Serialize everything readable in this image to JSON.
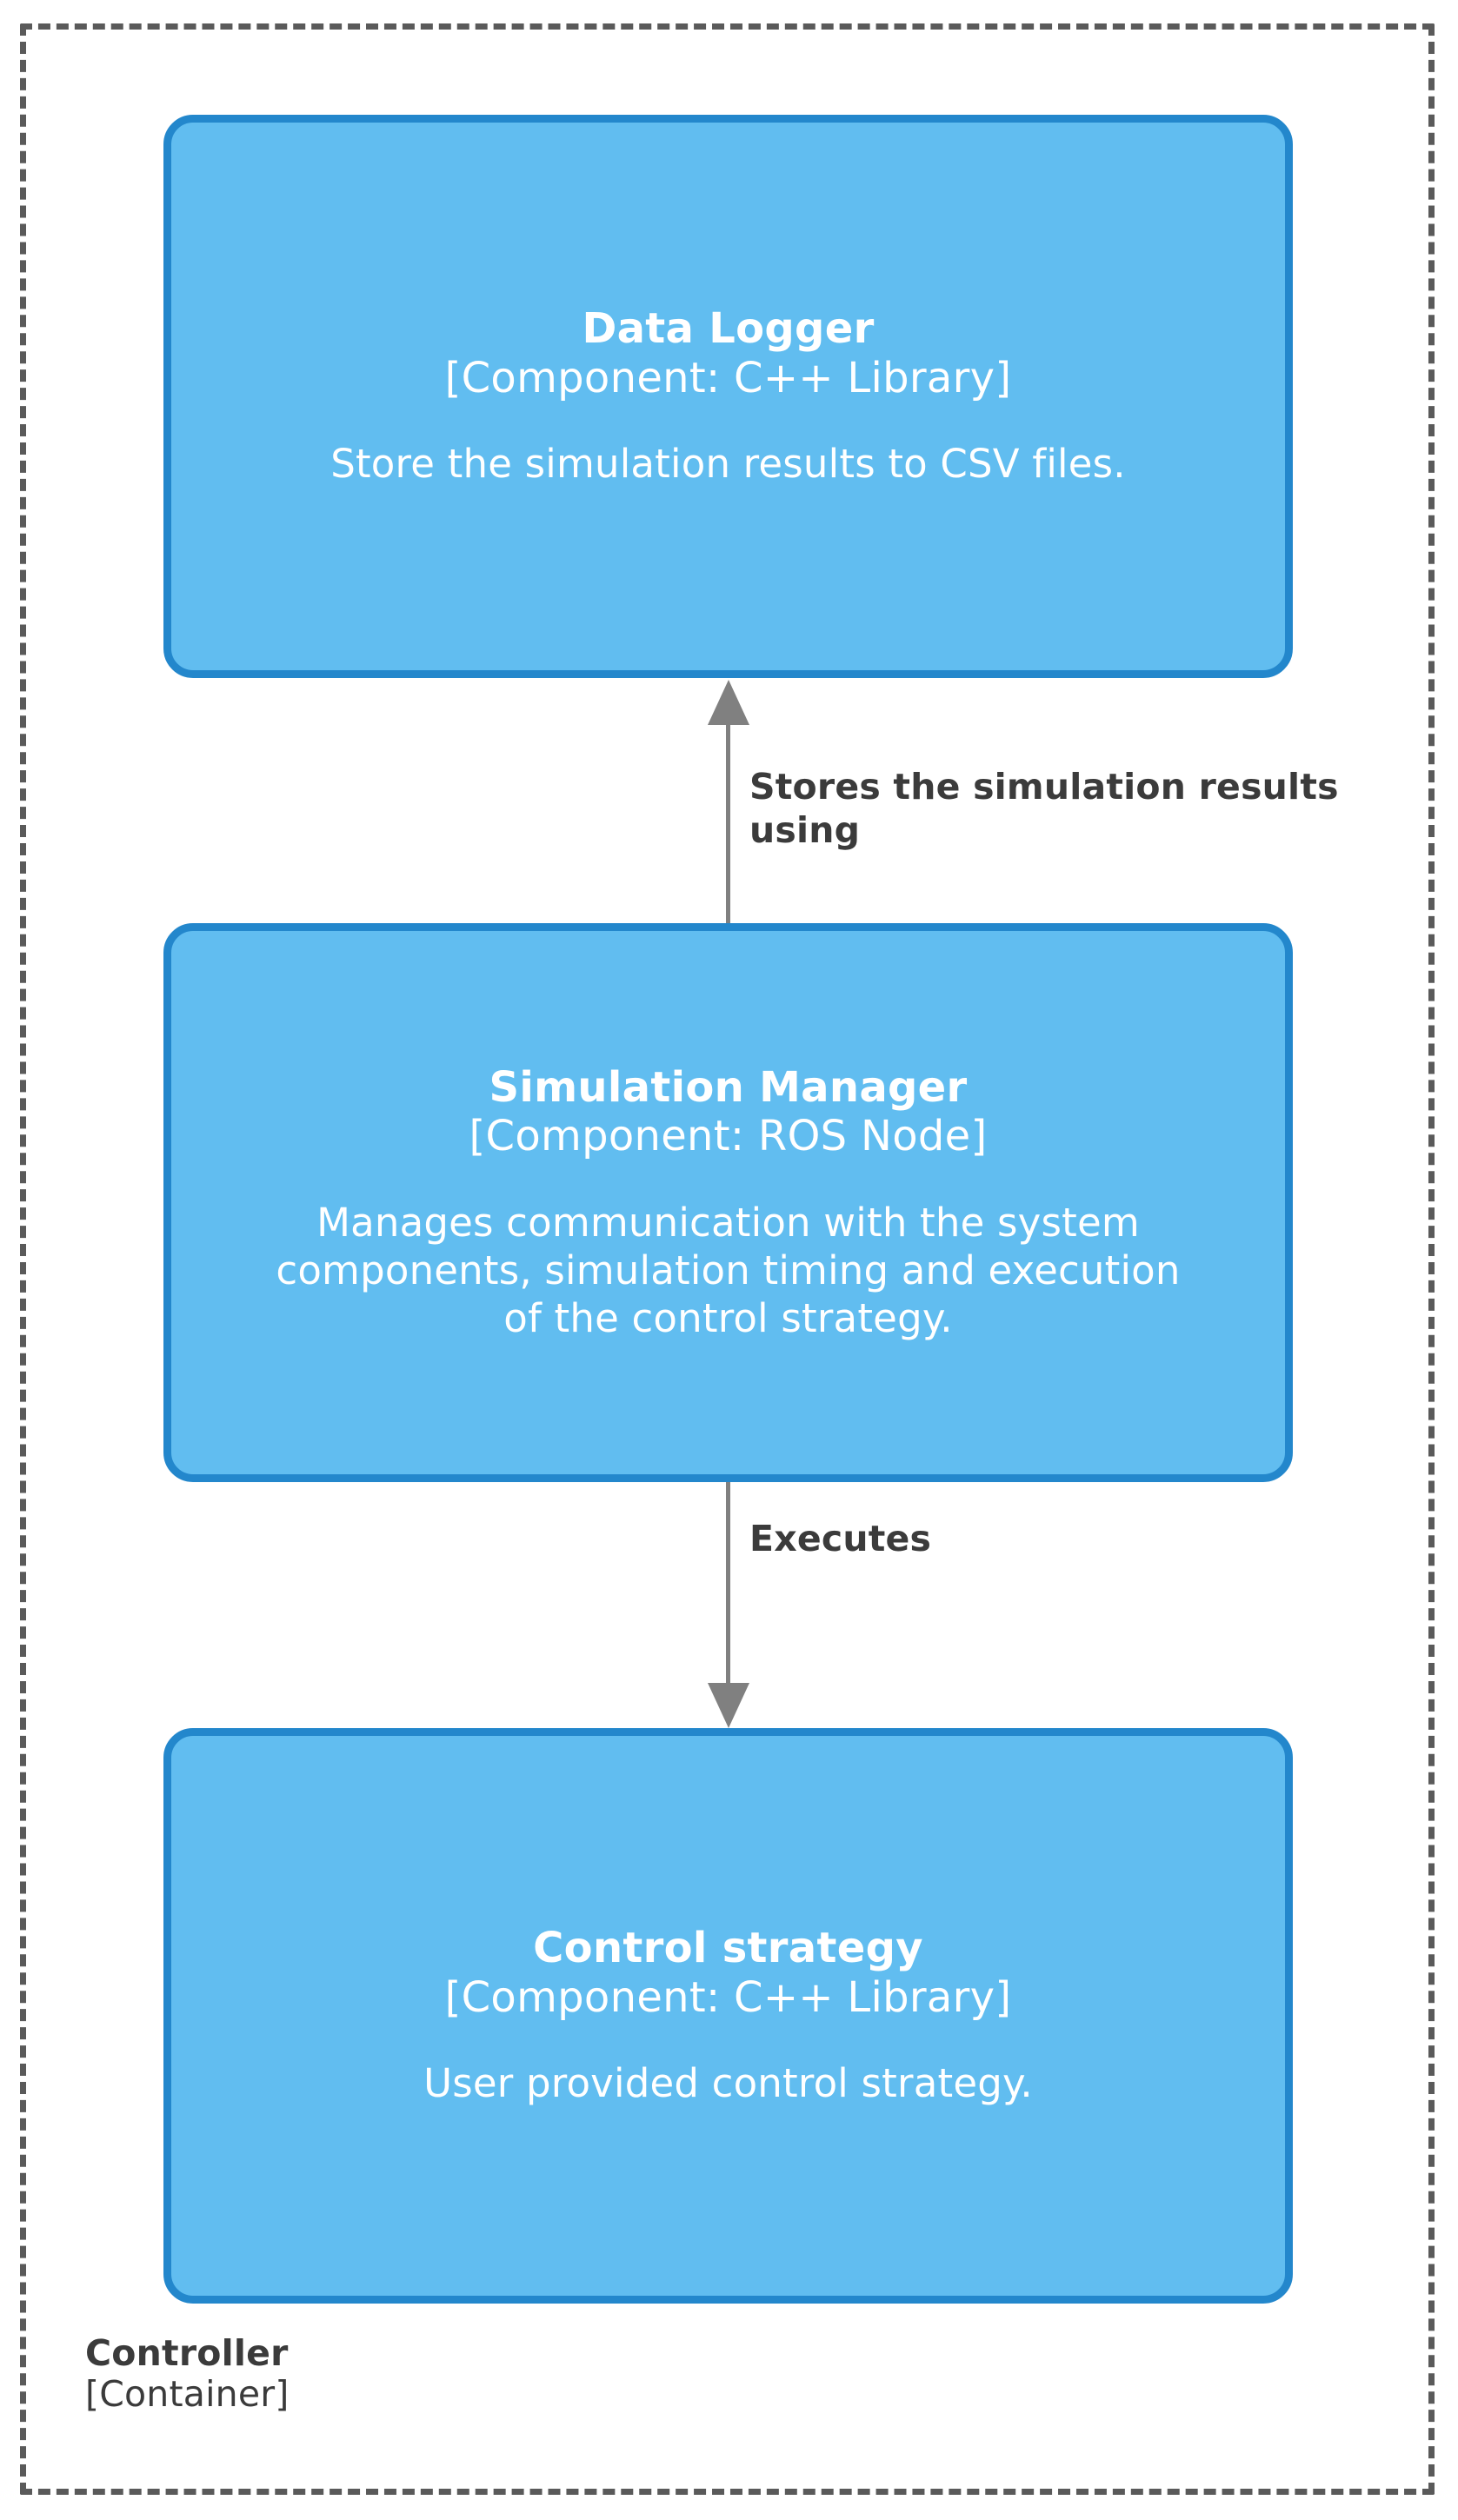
{
  "diagram": {
    "type": "c4-component-diagram",
    "colors": {
      "component_fill": "#61bdf0",
      "component_border": "#2387cc",
      "component_text": "#ffffff",
      "boundary_border": "#5a5a5a",
      "relationship_line": "#808080",
      "relationship_text": "#3b3b3b",
      "background": "#ffffff"
    }
  },
  "boundary": {
    "name": "Controller",
    "type": "[Container]"
  },
  "components": [
    {
      "id": "data-logger",
      "title": "Data Logger",
      "technology": "[Component:  C++ Library]",
      "description": "Store the simulation results to CSV files."
    },
    {
      "id": "simulation-manager",
      "title": "Simulation Manager",
      "technology": "[Component: ROS Node]",
      "description": "Manages communication with the system components, simulation timing and execution of the control strategy."
    },
    {
      "id": "control-strategy",
      "title": "Control strategy",
      "technology": "[Component:  C++ Library]",
      "description": "User provided control strategy."
    }
  ],
  "relationships": [
    {
      "id": "rel-stores",
      "from": "simulation-manager",
      "to": "data-logger",
      "label": "Stores the simulation results using",
      "direction": "up"
    },
    {
      "id": "rel-executes",
      "from": "simulation-manager",
      "to": "control-strategy",
      "label": "Executes",
      "direction": "down"
    }
  ]
}
